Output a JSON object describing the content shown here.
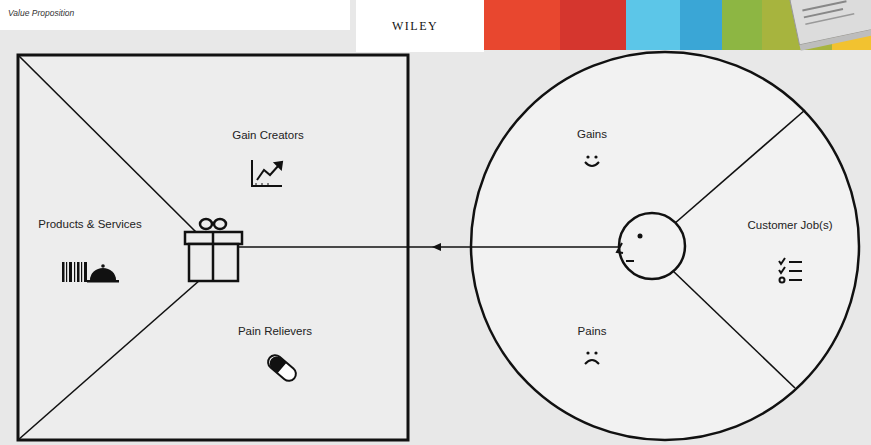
{
  "diagram": {
    "nodes": [
      {
        "text": [
          "Products & Services"
        ]
      },
      {
        "text": [
          "Gain Creators"
        ]
      },
      {
        "text": [
          "Pain Relievers"
        ]
      },
      {
        "text": [
          "Gains"
        ]
      },
      {
        "text": [
          "Customer Job(s)"
        ]
      },
      {
        "text": [
          "Pains"
        ]
      }
    ],
    "edges": [
      {
        "from": 4,
        "to": 0,
        "arrow": "to"
      }
    ],
    "labels": [
      "Value Proposition",
      "WILEY"
    ]
  }
}
